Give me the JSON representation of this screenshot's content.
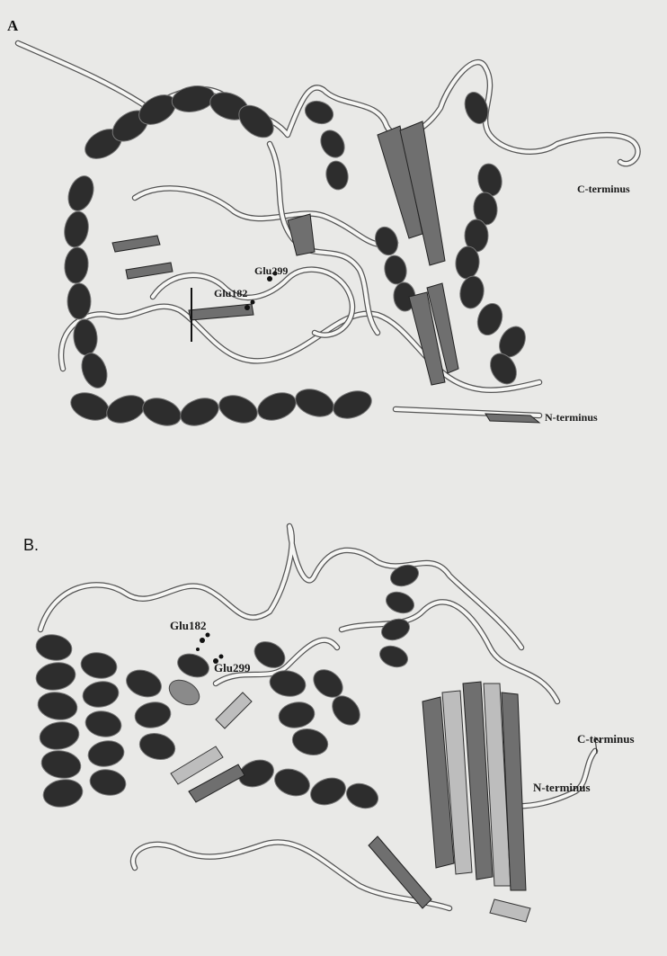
{
  "panels": [
    {
      "letter": "A",
      "labels": {
        "c_terminus": "C-terminus",
        "n_terminus": "N-terminus",
        "glu299": "Glu299",
        "glu182": "Glu182"
      }
    },
    {
      "letter": "B.",
      "labels": {
        "glu182": "Glu182",
        "glu299": "Glu299",
        "c_terminus": "C-terminus",
        "n_terminus": "N-terminus"
      }
    }
  ]
}
